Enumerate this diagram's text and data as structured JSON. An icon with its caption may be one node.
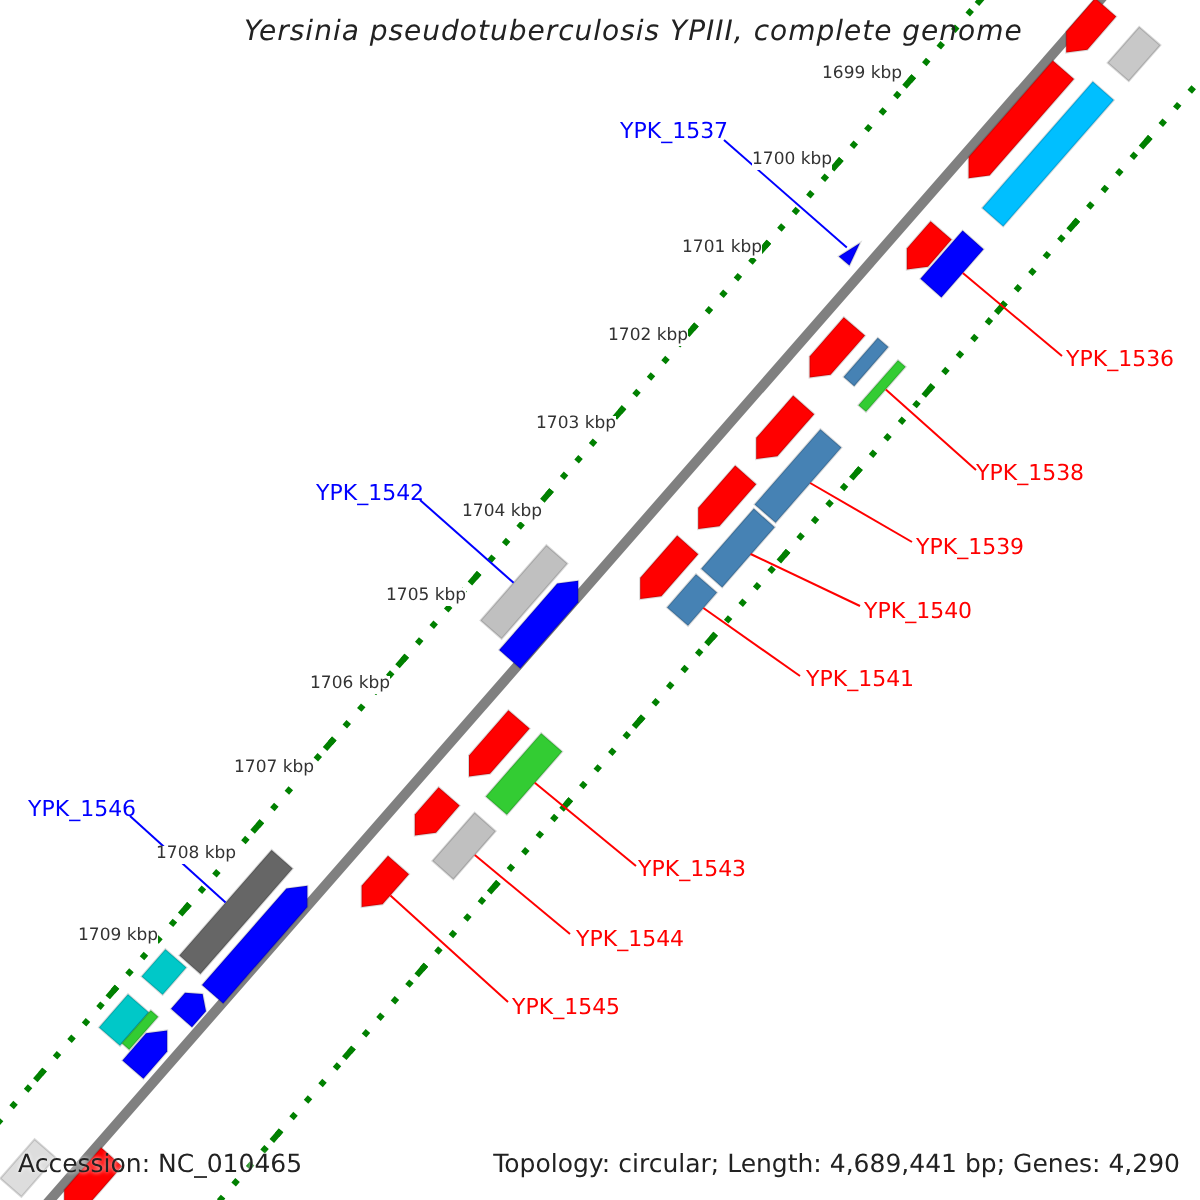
{
  "diagram": {
    "title": "Yersinia pseudotuberculosis YPIII, complete genome",
    "nodes": [
      {
        "text": [
          "YPK_1537"
        ]
      },
      {
        "text": [],
        "shape": "triangle"
      },
      {
        "text": [
          "YPK_1536"
        ]
      },
      {
        "text": [],
        "shape": "bar"
      },
      {
        "text": [
          "YPK_1538"
        ]
      },
      {
        "text": [],
        "shape": "bar"
      },
      {
        "text": [
          "YPK_1542"
        ]
      },
      {
        "text": [],
        "shape": "bar"
      },
      {
        "text": [
          "YPK_1539"
        ]
      },
      {
        "text": [],
        "shape": "bar"
      },
      {
        "text": [
          "YPK_1540"
        ]
      },
      {
        "text": [],
        "shape": "bar"
      },
      {
        "text": [
          "YPK_1541"
        ]
      },
      {
        "text": [],
        "shape": "bar"
      },
      {
        "text": [
          "YPK_1546"
        ]
      },
      {
        "text": [],
        "shape": "bar"
      },
      {
        "text": [
          "YPK_1543"
        ]
      },
      {
        "text": [],
        "shape": "bar"
      },
      {
        "text": [
          "YPK_1544"
        ]
      },
      {
        "text": [],
        "shape": "bar"
      },
      {
        "text": [
          "YPK_1545"
        ]
      },
      {
        "text": [],
        "shape": "arrow"
      },
      {
        "text": [],
        "shape": "arrow"
      },
      {
        "text": [],
        "shape": "bar"
      },
      {
        "text": [],
        "shape": "arrow"
      },
      {
        "text": [],
        "shape": "bar"
      },
      {
        "text": [],
        "shape": "arrow"
      },
      {
        "text": [],
        "shape": "arrow"
      },
      {
        "text": [],
        "shape": "bar"
      },
      {
        "text": [],
        "shape": "arrow"
      },
      {
        "text": [],
        "shape": "arrow"
      },
      {
        "text": [],
        "shape": "arrow"
      },
      {
        "text": [],
        "shape": "arrow"
      },
      {
        "text": [],
        "shape": "arrow"
      },
      {
        "text": [],
        "shape": "arrow"
      },
      {
        "text": [],
        "shape": "arrow"
      },
      {
        "text": [],
        "shape": "bar"
      },
      {
        "text": [],
        "shape": "bar"
      },
      {
        "text": [],
        "shape": "bar"
      },
      {
        "text": [],
        "shape": "arrow"
      },
      {
        "text": [],
        "shape": "arrow"
      },
      {
        "text": [],
        "shape": "arrow"
      },
      {
        "text": [],
        "shape": "bar"
      }
    ],
    "edges": [
      {
        "from": 0,
        "to": 1,
        "arrow": "none",
        "color": "#0000ff"
      },
      {
        "from": 2,
        "to": 3,
        "arrow": "none"
      },
      {
        "from": 4,
        "to": 5,
        "arrow": "none"
      },
      {
        "from": 6,
        "to": 7,
        "arrow": "none",
        "color": "#0000ff"
      },
      {
        "from": 8,
        "to": 9,
        "arrow": "none"
      },
      {
        "from": 10,
        "to": 11,
        "arrow": "none"
      },
      {
        "from": 12,
        "to": 13,
        "arrow": "none"
      },
      {
        "from": 14,
        "to": 15,
        "arrow": "none",
        "color": "#0000ff"
      },
      {
        "from": 16,
        "to": 17,
        "arrow": "none"
      },
      {
        "from": 18,
        "to": 19,
        "arrow": "none"
      },
      {
        "from": 20,
        "to": 21,
        "arrow": "none"
      }
    ],
    "labels": [
      "1699 kbp",
      "1700 kbp",
      "1701 kbp",
      "1702 kbp",
      "1703 kbp",
      "1704 kbp",
      "1705 kbp",
      "1706 kbp",
      "1707 kbp",
      "1708 kbp",
      "1709 kbp",
      "Accession: NC_010465",
      "Topology: circular; Length: 4,689,441 bp; Genes: 4,290"
    ]
  }
}
